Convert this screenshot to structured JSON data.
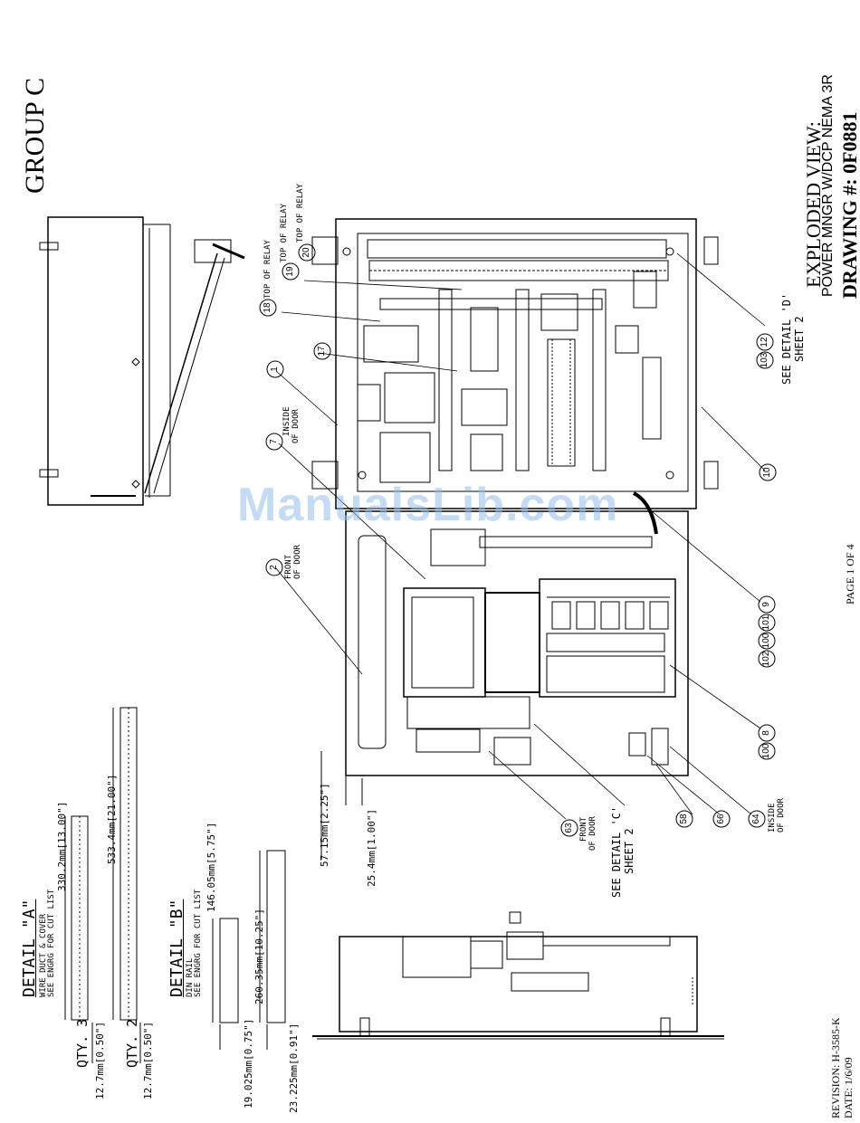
{
  "group_label": "GROUP C",
  "title_block": {
    "view": "EXPLODED VIEW:",
    "description": "POWER MNGR W/DCP NEMA 3R",
    "drawing_number": "DRAWING #: 0F0881",
    "page": "PAGE 1 OF 4",
    "revision": "REVISION: H-3585-K",
    "date": "DATE: 1/6/09"
  },
  "watermark": "ManualsLib.com",
  "callouts": {
    "c1": "1",
    "c2": "2",
    "c7": "7",
    "c8": "8",
    "c9": "9",
    "c10": "10",
    "c12": "12",
    "c17": "17",
    "c18": "18",
    "c19": "19",
    "c20": "20",
    "c58": "58",
    "c63": "63",
    "c64": "64",
    "c66": "66",
    "c100a": "100",
    "c100b": "100",
    "c101": "101",
    "c102": "102",
    "c103": "103"
  },
  "labels": {
    "top_relay_18": "TOP OF RELAY",
    "top_relay_19": "TOP OF RELAY",
    "top_relay_20": "TOP OF RELAY",
    "inside_door_1": "INSIDE",
    "inside_door_1b": "OF DOOR",
    "front_door_2": "FRONT",
    "front_door_2b": "OF DOOR",
    "front_door_63": "FRONT",
    "front_door_63b": "OF DOOR",
    "inside_door_64": "INSIDE",
    "inside_door_64b": "OF DOOR",
    "see_detail_d": "SEE DETAIL 'D'",
    "see_detail_d_sheet": "SHEET 2",
    "see_detail_c": "SEE DETAIL 'C'",
    "see_detail_c_sheet": "SHEET 2"
  },
  "dimensions": {
    "d1": "57.15mm[2.25\"]",
    "d2": "25.4mm[1.00\"]",
    "d3": "330.2mm[13.00\"]",
    "d4": "533.4mm[21.00\"]",
    "d5": "146.05mm[5.75\"]",
    "d6": "260.35mm[10.25\"]",
    "d7": "12.7mm[0.50\"]",
    "d8": "12.7mm[0.50\"]",
    "d9": "19.025mm[0.75\"]",
    "d10": "23.225mm[0.91\"]"
  },
  "detail_a": {
    "heading": "DETAIL \"A\"",
    "line1": "WIRE DUCT & COVER",
    "line2": "SEE ENGRG FOR CUT LIST",
    "qty1": "QTY. 3",
    "qty2": "QTY. 2"
  },
  "detail_b": {
    "heading": "DETAIL \"B\"",
    "line1": "DIN RAIL",
    "line2": "SEE ENGRG FOR CUT LIST"
  }
}
